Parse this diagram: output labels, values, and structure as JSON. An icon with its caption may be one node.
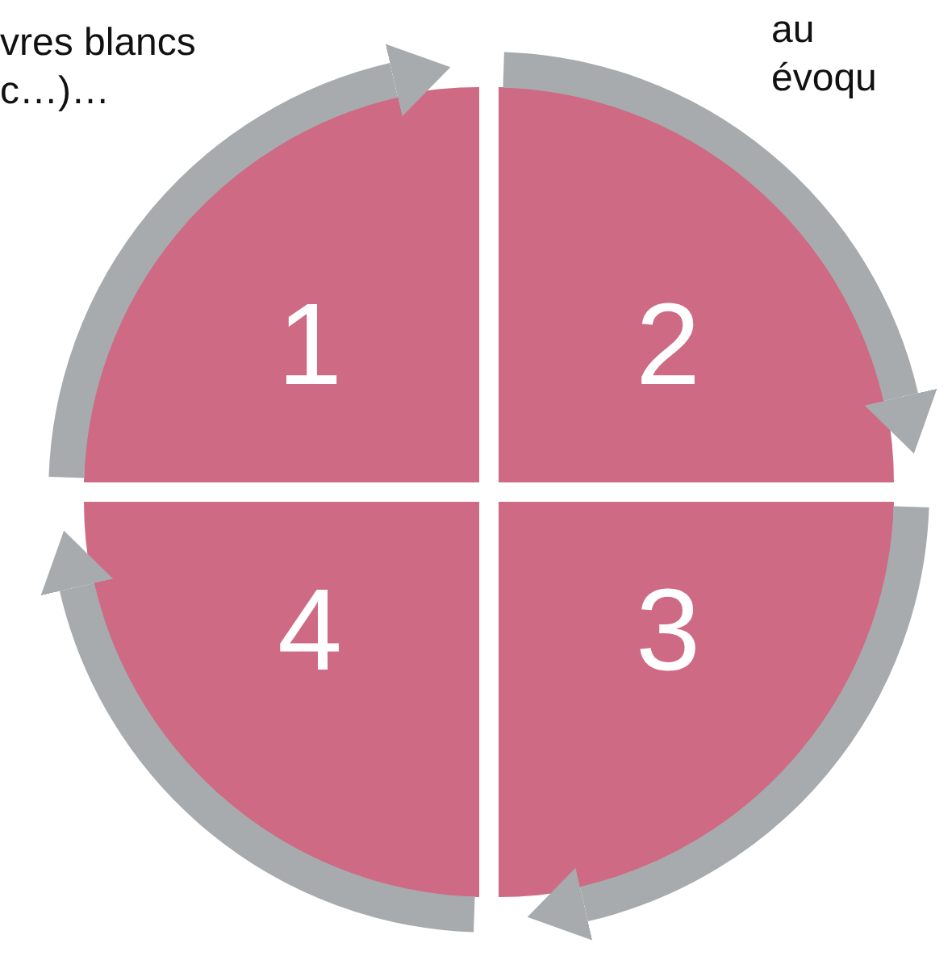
{
  "diagram": {
    "nodes": [
      {
        "text": [
          "1"
        ]
      },
      {
        "text": [
          "2"
        ]
      },
      {
        "text": [
          "3"
        ]
      },
      {
        "text": [
          "4"
        ]
      }
    ],
    "edges": [
      {
        "from": 0,
        "to": 1,
        "arrow": "to"
      },
      {
        "from": 1,
        "to": 2,
        "arrow": "to"
      },
      {
        "from": 2,
        "to": 3,
        "arrow": "to"
      },
      {
        "from": 3,
        "to": 0,
        "arrow": "to"
      }
    ],
    "labels": [
      "vres blancs c…)…",
      "au évoqu"
    ]
  }
}
